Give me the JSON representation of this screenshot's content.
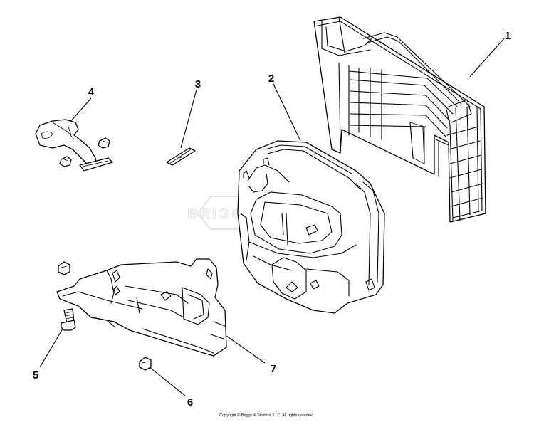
{
  "callouts": [
    {
      "id": "1",
      "part": "muffler-guard"
    },
    {
      "id": "2",
      "part": "muffler"
    },
    {
      "id": "3",
      "part": "gasket"
    },
    {
      "id": "4",
      "part": "exhaust-pipe"
    },
    {
      "id": "5",
      "part": "bolt"
    },
    {
      "id": "6",
      "part": "nut"
    },
    {
      "id": "7",
      "part": "muffler-bracket"
    }
  ],
  "watermark": "BRIGGS&STRATTON",
  "copyright": "Copyright © Briggs & Stratton, LLC. All rights reserved."
}
